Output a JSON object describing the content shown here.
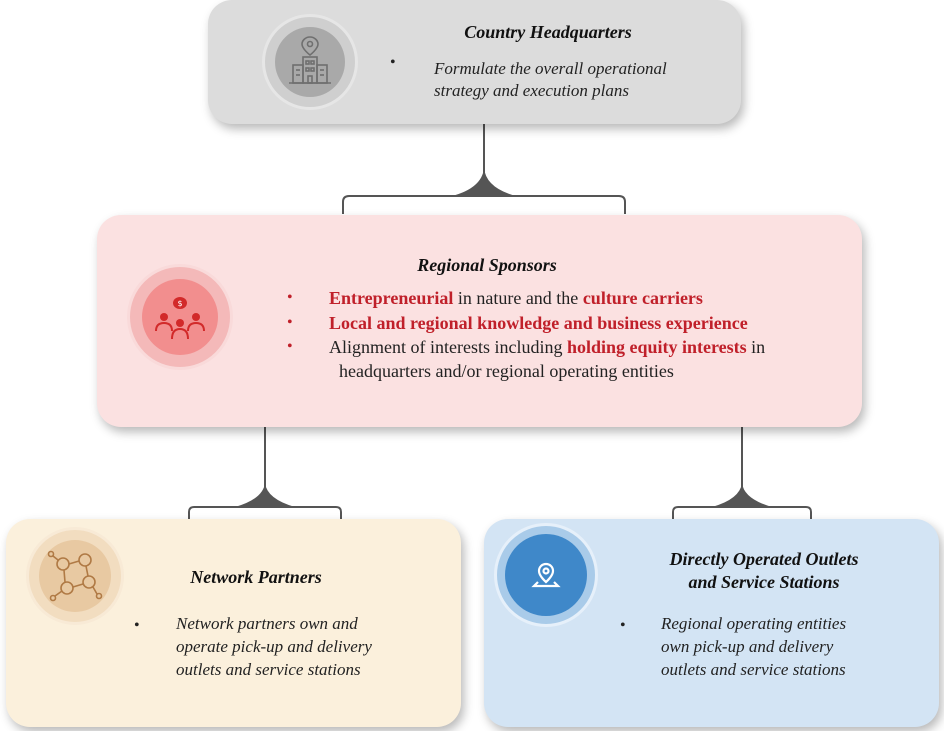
{
  "headquarters": {
    "title": "Country Headquarters",
    "bullet": "•",
    "text_line1": "Formulate the overall operational",
    "text_line2": "strategy and execution plans",
    "icon": "building-location-icon"
  },
  "regional_sponsors": {
    "title": "Regional Sponsors",
    "icon": "people-group-icon",
    "bullet": "•",
    "item1": {
      "b1": "Entrepreneurial",
      "t1": " in nature and the ",
      "b2": "culture carriers"
    },
    "item2": {
      "b1": "Local and regional knowledge and business experience"
    },
    "item3": {
      "t1": "Alignment of interests including ",
      "b1": "holding equity interests",
      "t2": " in",
      "line2": "headquarters and/or regional operating entities"
    }
  },
  "network_partners": {
    "title": "Network Partners",
    "icon": "network-people-icon",
    "bullet": "•",
    "text_line1": "Network partners own and",
    "text_line2": "operate pick-up and delivery",
    "text_line3": "outlets and service stations"
  },
  "direct_outlets": {
    "title_line1": "Directly Operated Outlets",
    "title_line2": "and Service Stations",
    "icon": "map-pin-icon",
    "bullet": "•",
    "text_line1": "Regional operating entities",
    "text_line2": "own pick-up and delivery",
    "text_line3": "outlets and service stations"
  }
}
